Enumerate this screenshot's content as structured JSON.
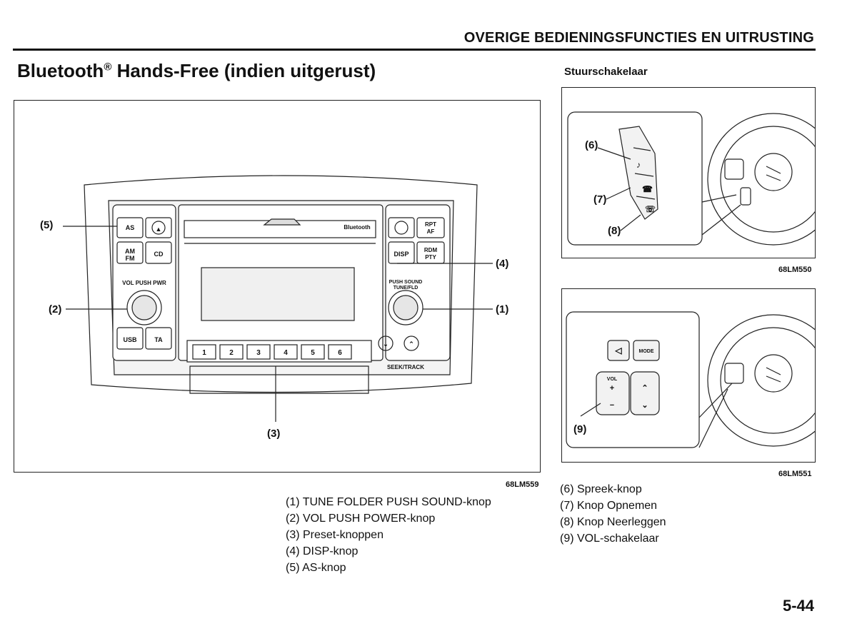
{
  "header": {
    "chapter_title": "OVERIGE BEDIENINGSFUNCTIES EN UITRUSTING"
  },
  "section": {
    "title": "Bluetooth",
    "title_sup": "®",
    "title_rest": " Hands-Free (indien uitgerust)"
  },
  "steering": {
    "title": "Stuurschakelaar"
  },
  "figures": {
    "radio": {
      "code": "68LM559",
      "callouts": [
        "(1)",
        "(2)",
        "(3)",
        "(4)",
        "(5)"
      ],
      "buttons": {
        "as": "AS",
        "am_fm": "AM\nFM",
        "cd": "CD",
        "vol": "VOL PUSH PWR",
        "usb": "USB",
        "ta": "TA",
        "disp": "DISP",
        "rpt_af": "RPT\nAF",
        "rdm_pty": "RDM\nPTY",
        "push_sound": "PUSH SOUND\nTUNE/FLD",
        "bluetooth": "Bluetooth",
        "seek_track": "SEEK/TRACK",
        "presets": [
          "1",
          "2",
          "3",
          "4",
          "5",
          "6"
        ]
      }
    },
    "switch_top": {
      "code": "68LM550",
      "callouts": [
        "(6)",
        "(7)",
        "(8)"
      ]
    },
    "switch_bottom": {
      "code": "68LM551",
      "callouts": [
        "(9)"
      ],
      "mode_label": "MODE",
      "vol_label": "VOL"
    }
  },
  "legend_left": [
    "(1) TUNE FOLDER PUSH SOUND-knop",
    "(2) VOL PUSH POWER-knop",
    "(3) Preset-knoppen",
    "(4) DISP-knop",
    "(5) AS-knop"
  ],
  "legend_right": [
    "(6) Spreek-knop",
    "(7) Knop Opnemen",
    "(8) Knop Neerleggen",
    "(9) VOL-schakelaar"
  ],
  "page_number": "5-44"
}
